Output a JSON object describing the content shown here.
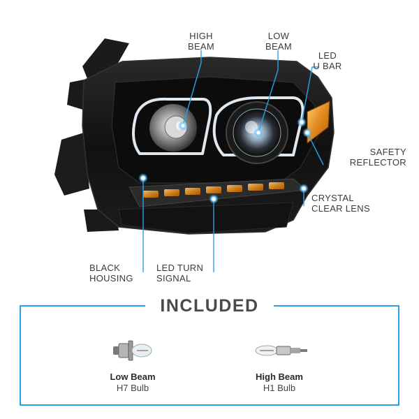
{
  "callouts": {
    "high_beam": [
      "HIGH",
      "BEAM"
    ],
    "low_beam": [
      "LOW",
      "BEAM"
    ],
    "led_u_bar": [
      "LED",
      "U BAR"
    ],
    "safety_reflector": [
      "SAFETY",
      "REFLECTOR"
    ],
    "crystal_clear_lens": [
      "CRYSTAL",
      "CLEAR LENS"
    ],
    "black_housing": [
      "BLACK",
      "HOUSING"
    ],
    "led_turn_signal": [
      "LED TURN",
      "SIGNAL"
    ]
  },
  "included": {
    "title": "INCLUDED",
    "items": [
      {
        "name": "Low Beam",
        "spec": "H7 Bulb"
      },
      {
        "name": "High Beam",
        "spec": "H1 Bulb"
      }
    ]
  },
  "colors": {
    "accent": "#2aa3e6",
    "housing": "#141414",
    "amber": "#e08a1e"
  },
  "icons": [
    "headlight-assembly",
    "h7-bulb-icon",
    "h1-bulb-icon"
  ]
}
